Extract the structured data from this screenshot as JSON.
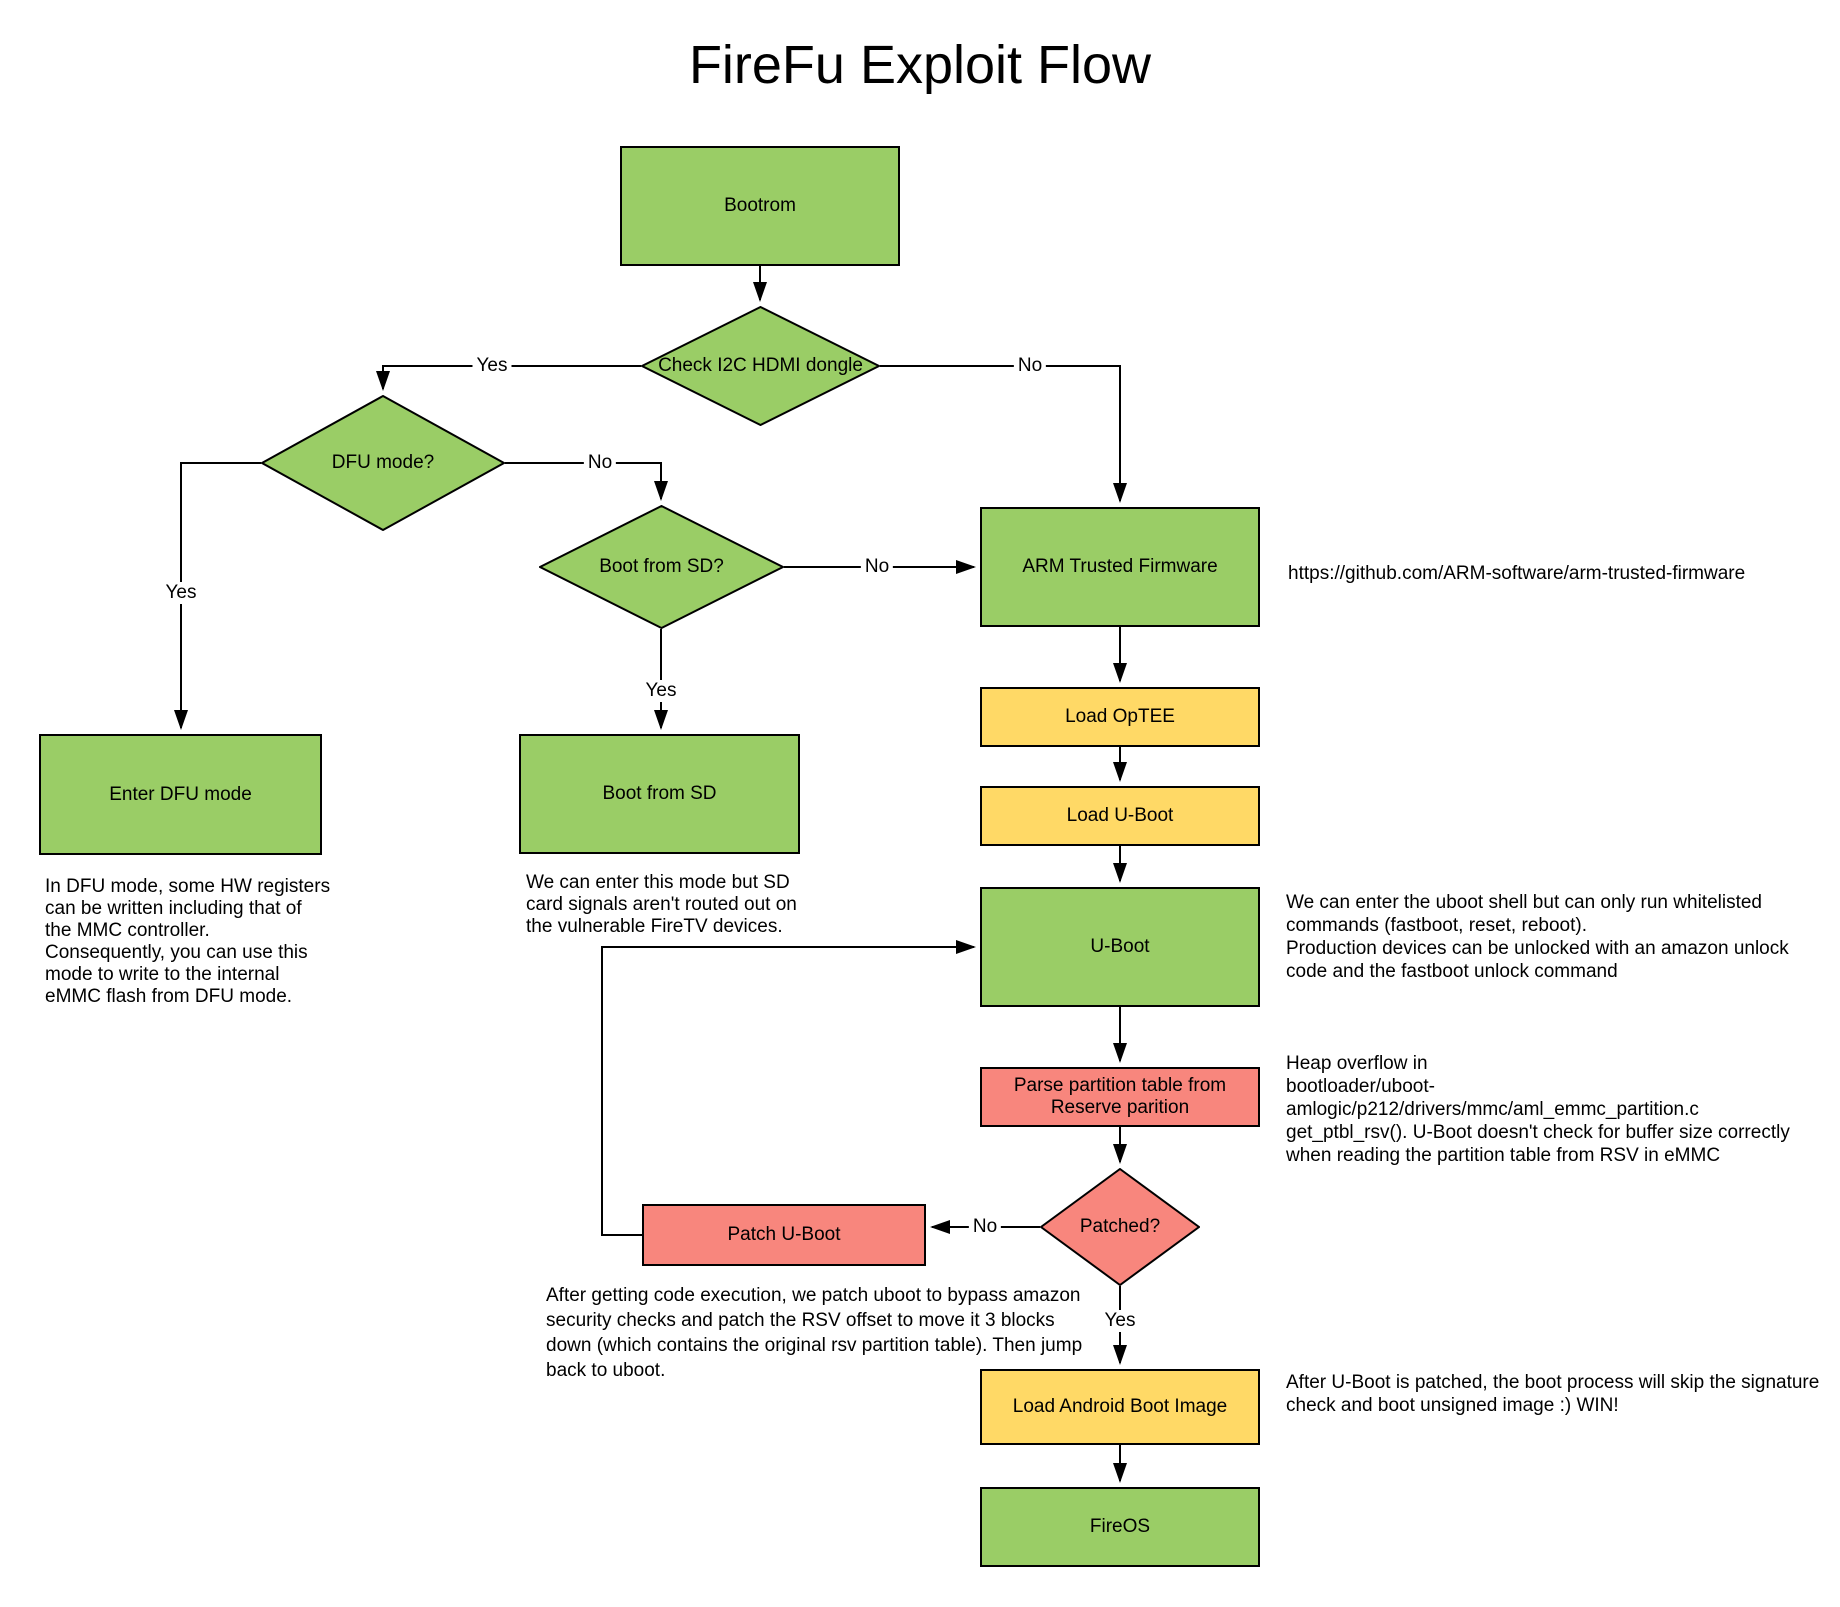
{
  "title": "FireFu Exploit Flow",
  "colors": {
    "node_green": "#9ACD66",
    "node_yellow": "#FFD966",
    "node_red": "#F8867D",
    "border": "#000000",
    "line": "#000000",
    "background": "#FFFFFF"
  },
  "nodes": {
    "bootrom": {
      "label": "Bootrom",
      "type": "process"
    },
    "check_i2c": {
      "label": "Check I2C HDMI dongle",
      "type": "decision"
    },
    "dfu_mode": {
      "label": "DFU mode?",
      "type": "decision"
    },
    "boot_from_sd_q": {
      "label": "Boot from SD?",
      "type": "decision"
    },
    "arm_trusted_firmware": {
      "label": "ARM Trusted Firmware",
      "type": "process"
    },
    "enter_dfu_mode": {
      "label": "Enter DFU mode",
      "type": "process"
    },
    "boot_from_sd": {
      "label": "Boot from SD",
      "type": "process"
    },
    "load_optee": {
      "label": "Load OpTEE",
      "type": "process"
    },
    "load_uboot": {
      "label": "Load U-Boot",
      "type": "process"
    },
    "uboot": {
      "label": "U-Boot",
      "type": "process"
    },
    "parse_partition": {
      "label": "Parse partition table from\nReserve parition",
      "type": "process"
    },
    "patched": {
      "label": "Patched?",
      "type": "decision"
    },
    "patch_uboot": {
      "label": "Patch U-Boot",
      "type": "process"
    },
    "load_android_boot": {
      "label": "Load Android Boot Image",
      "type": "process"
    },
    "fireos": {
      "label": "FireOS",
      "type": "process"
    }
  },
  "edge_labels": {
    "i2c_yes": "Yes",
    "i2c_no": "No",
    "dfu_yes": "Yes",
    "dfu_no": "No",
    "sd_yes": "Yes",
    "sd_no": "No",
    "patched_yes": "Yes",
    "patched_no": "No"
  },
  "notes": {
    "dfu_note": "In DFU mode, some HW registers\ncan be written including that of\nthe MMC controller.\nConsequently, you can use this\nmode to write to the internal\neMMC flash from DFU mode.",
    "sd_note": "We can enter this mode but SD\ncard signals aren't routed out on\nthe vulnerable FireTV devices.",
    "atf_note": "https://github.com/ARM-software/arm-trusted-firmware",
    "uboot_note": "We can enter the uboot shell but can only run whitelisted\ncommands (fastboot, reset, reboot).\nProduction devices can be unlocked with an amazon unlock\ncode and the fastboot unlock command",
    "heap_note": "Heap overflow in\nbootloader/uboot-amlogic/p212/drivers/mmc/aml_emmc_partition.c\nget_ptbl_rsv(). U-Boot doesn't check for buffer size correctly\nwhen reading the partition table from RSV in eMMC",
    "patch_note": "After getting code execution, we patch uboot to bypass amazon\nsecurity checks and patch the RSV offset to move it 3 blocks\ndown (which contains the original rsv partition table). Then jump\nback to uboot.",
    "win_note": "After U-Boot is patched, the boot process will skip the signature\ncheck and boot unsigned image :) WIN!"
  }
}
